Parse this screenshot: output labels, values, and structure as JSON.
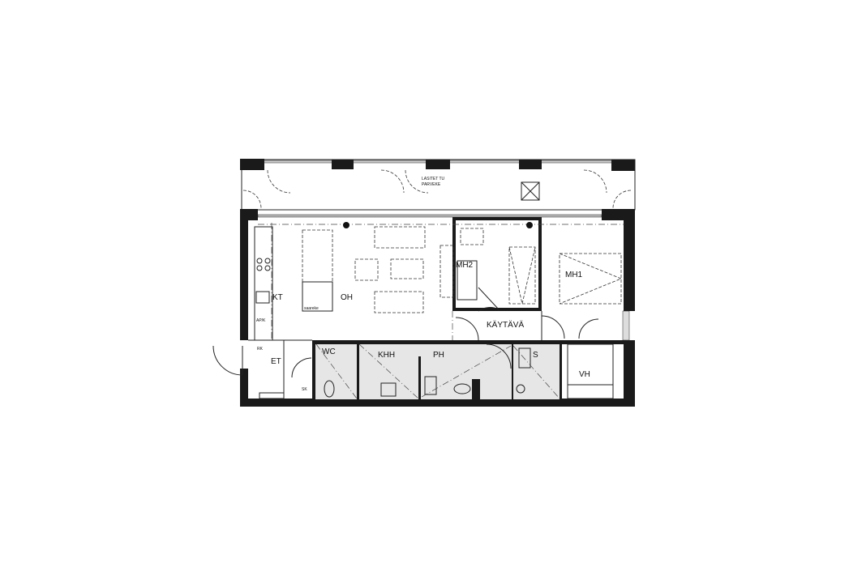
{
  "plan": {
    "balcony": {
      "line1": "LASITET TU",
      "line2": "PARVEKE"
    },
    "rooms": {
      "MH2": "MH2",
      "MH1": "MH1",
      "KT": "KT",
      "OH": "OH",
      "KAYTAVA": "KÄYTÄVÄ",
      "ET": "ET",
      "WC": "WC",
      "KHH": "KHH",
      "PH": "PH",
      "S": "S",
      "VH": "VH"
    },
    "small_labels": {
      "island": "saareke",
      "sk": "SK",
      "rk": "RK",
      "apk": "AP/K"
    },
    "colors": {
      "wall": "#1a1a1a",
      "wet_room": "#e6e6e6"
    }
  }
}
